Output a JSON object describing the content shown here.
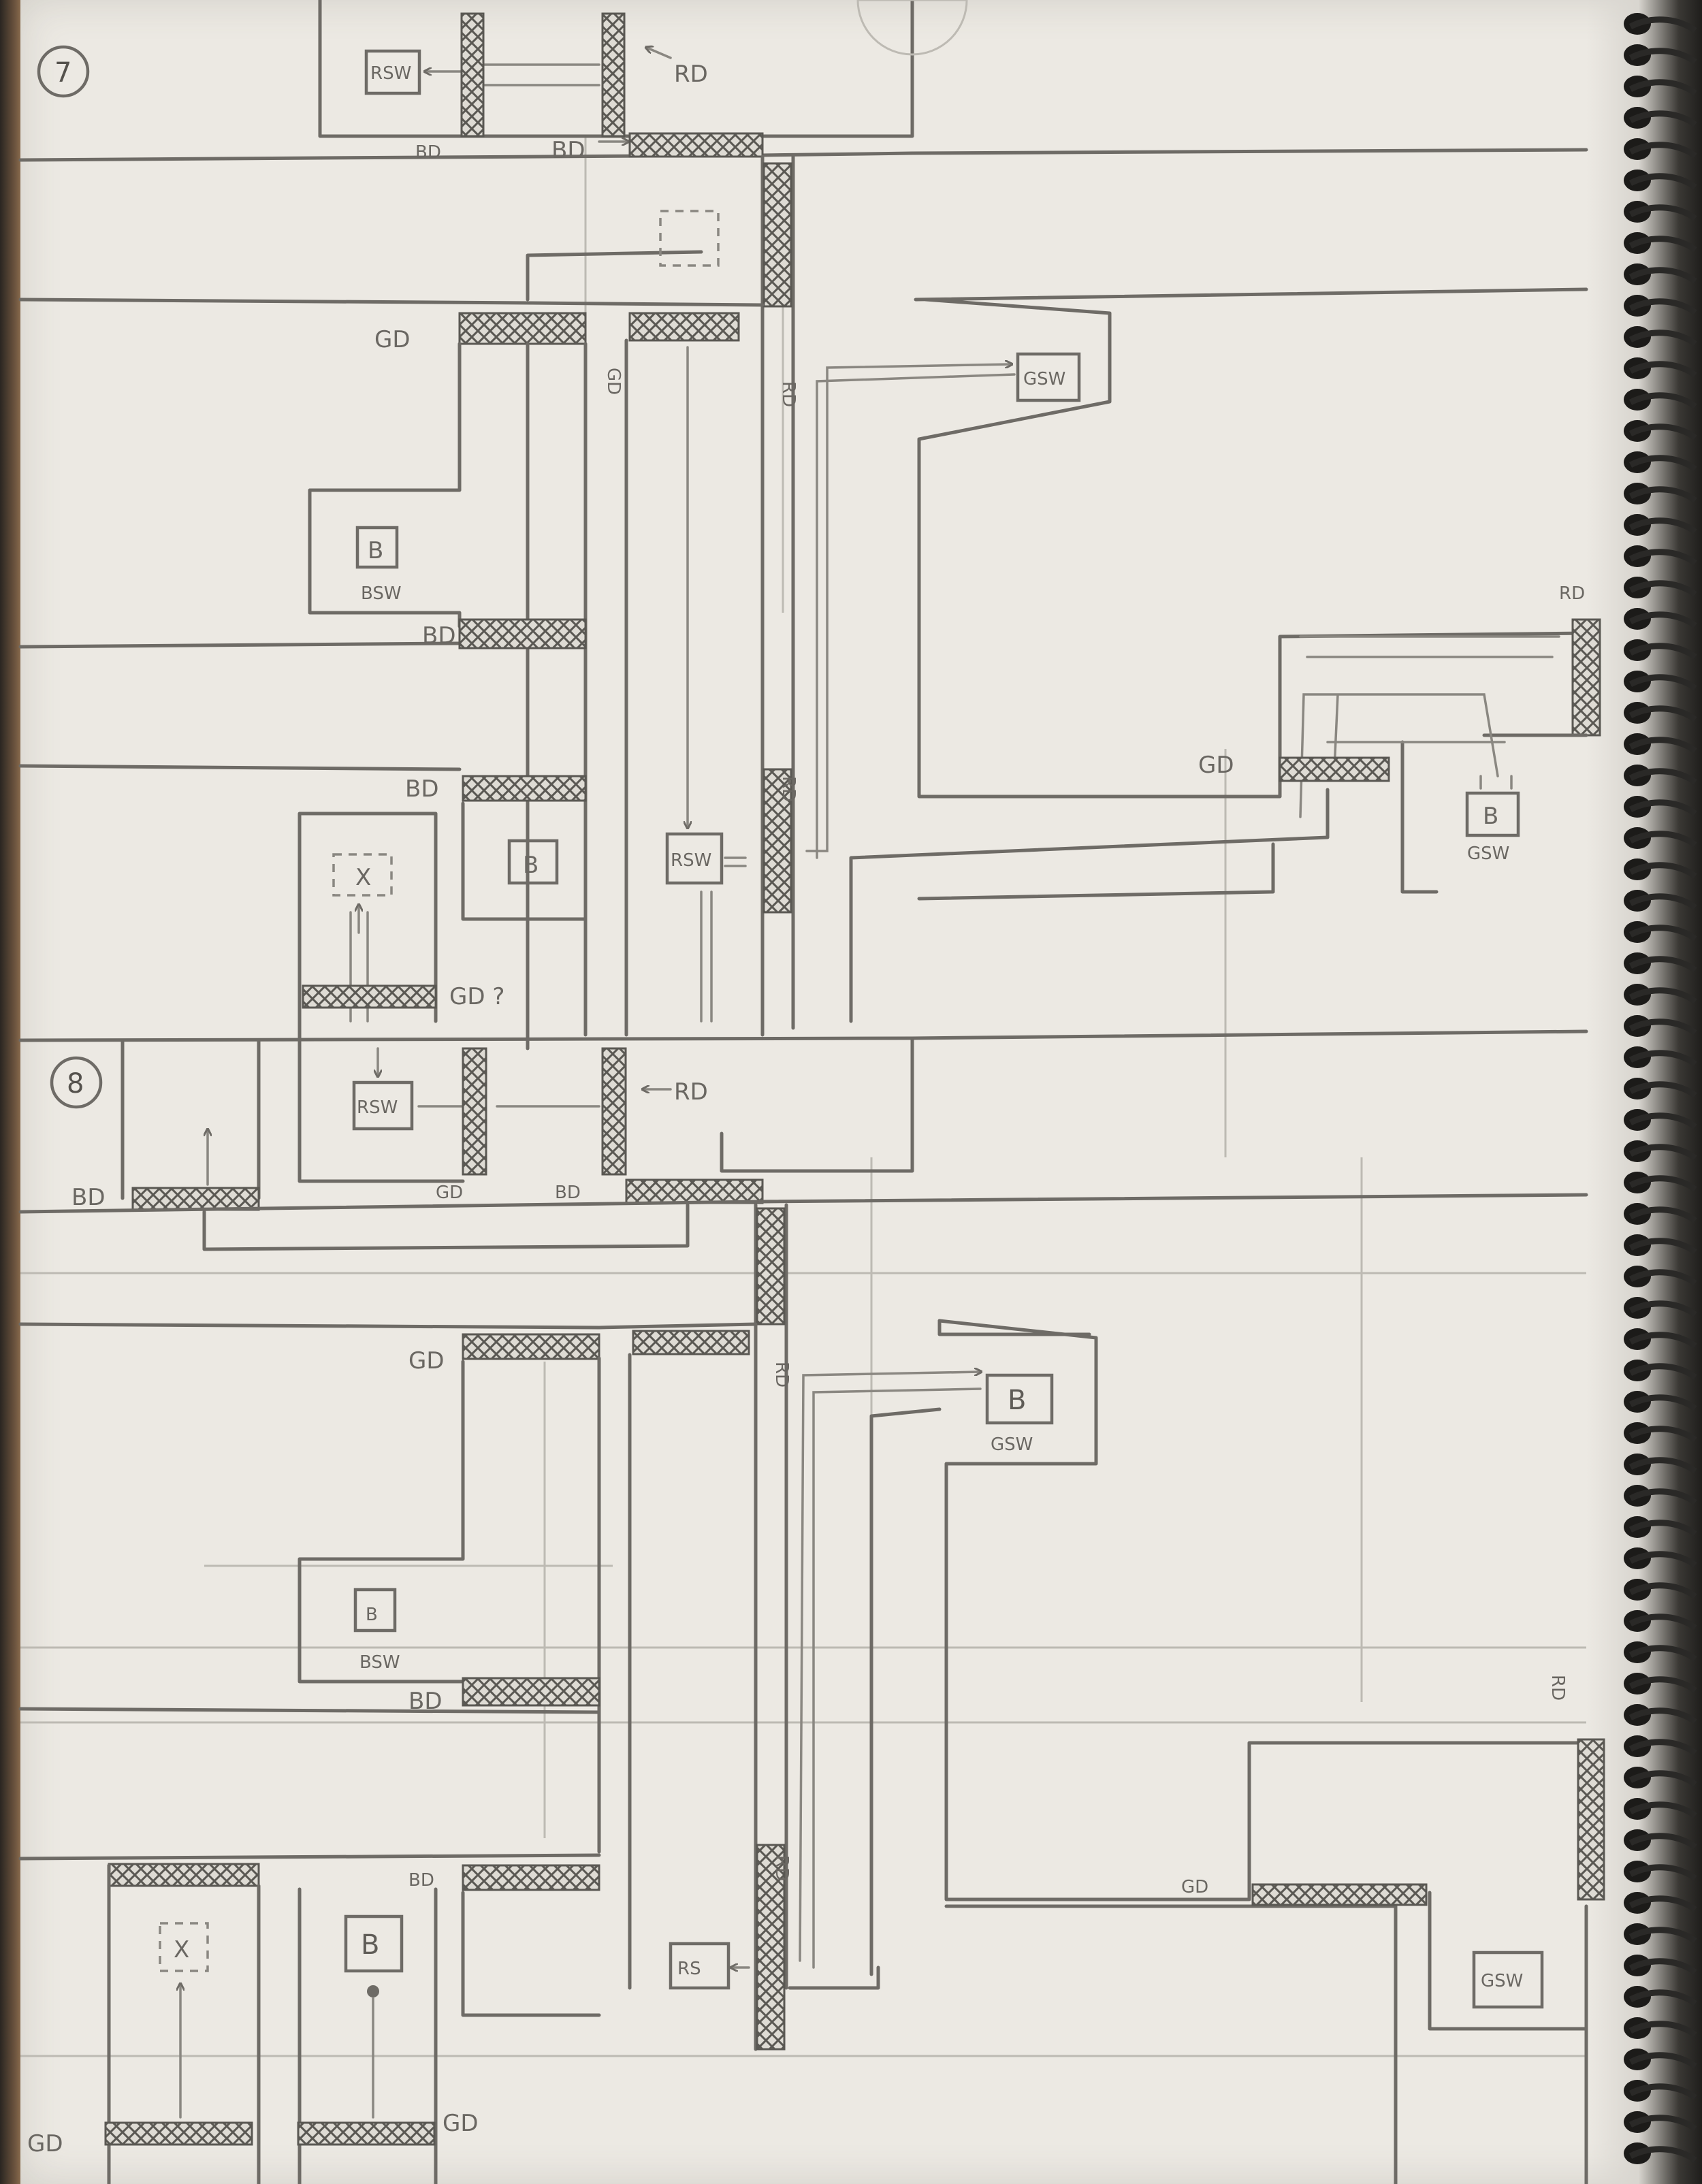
{
  "labels": {
    "page_7": "7",
    "page_8": "8",
    "bd": "BD",
    "gd": "GD",
    "rd": "RD",
    "b": "B",
    "x": "X",
    "bsw": "BSW",
    "gsw": "GSW",
    "rsw": "RSW",
    "rs": "RS",
    "gd_q": "GD ?"
  },
  "colors": {
    "paper": "#ece9e3",
    "pencil": "#6e6b66",
    "binding_ring": "#2a2927"
  },
  "icons": [
    "spiral-binding-ring",
    "arrow-icon",
    "hatched-door-icon"
  ]
}
